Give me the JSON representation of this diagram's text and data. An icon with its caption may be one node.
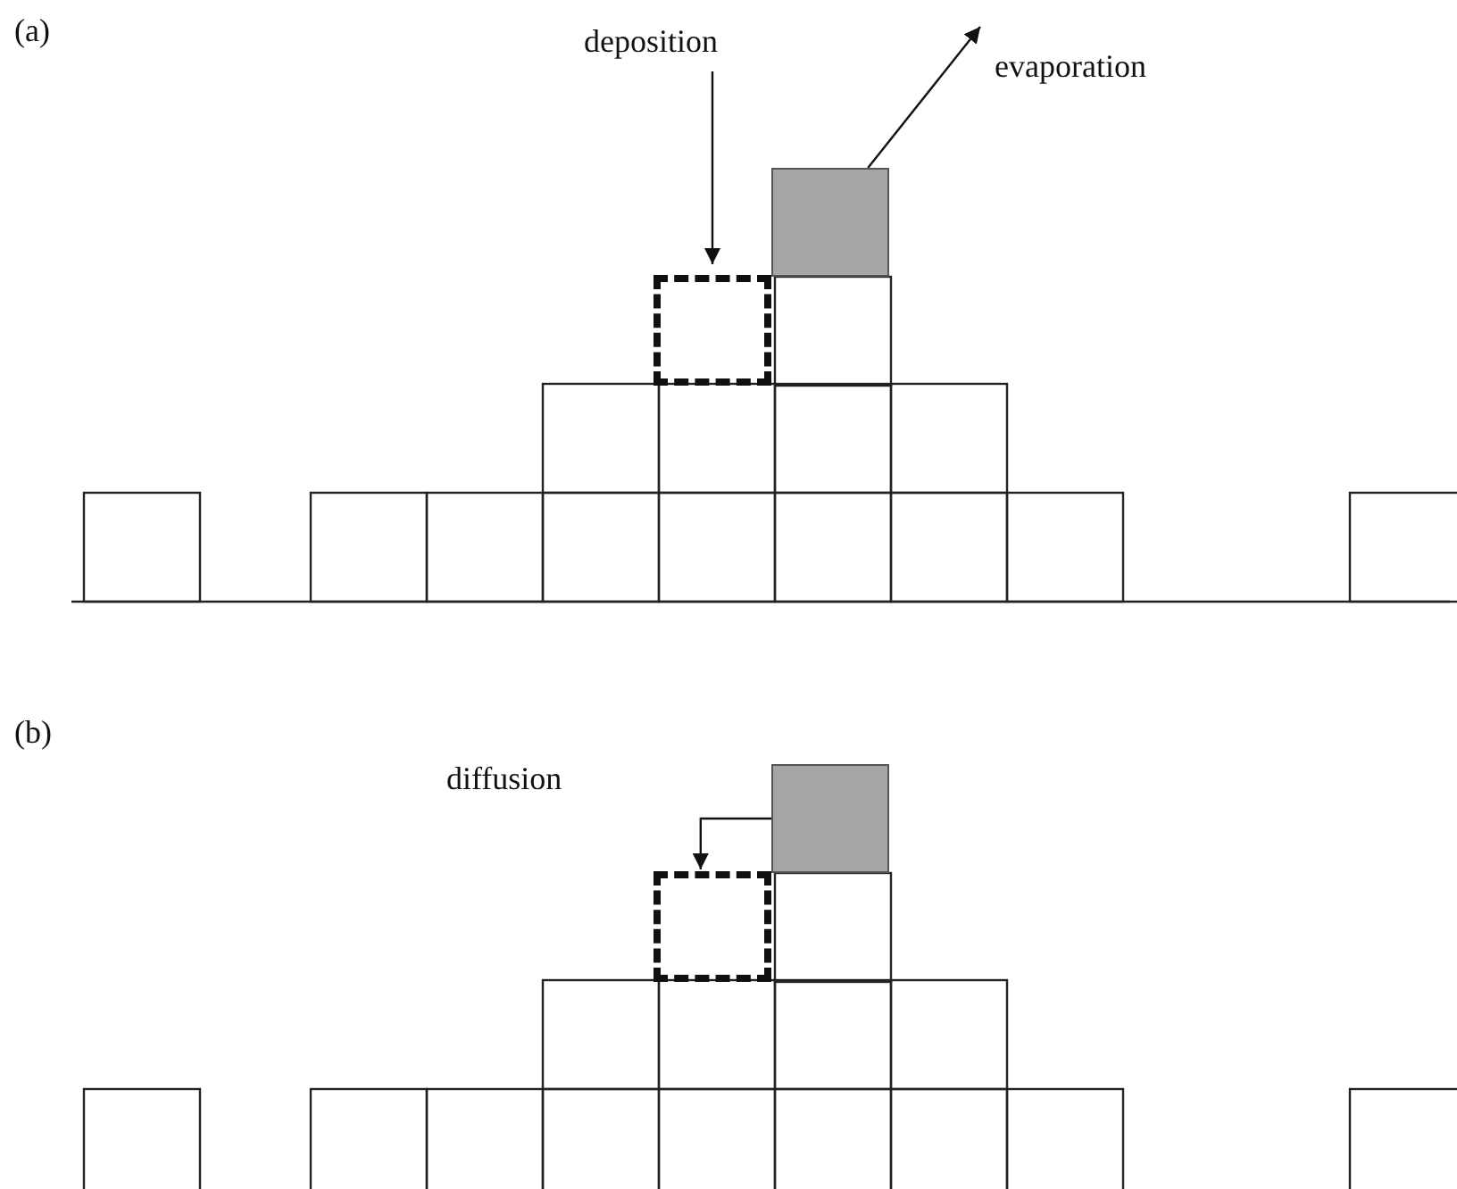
{
  "diagram": {
    "nodes": [
      {
        "text": [
          "deposition"
        ]
      },
      {
        "text": [],
        "shape": "box"
      },
      {
        "text": [],
        "shape": "box"
      },
      {
        "text": [
          "evaporation"
        ]
      },
      {
        "text": [],
        "shape": "box"
      },
      {
        "text": [],
        "shape": "box"
      }
    ],
    "edges": [
      {
        "from": 0,
        "to": 1,
        "arrow": "to"
      },
      {
        "from": 2,
        "to": 3,
        "arrow": "to"
      },
      {
        "from": 4,
        "to": 5,
        "arrow": "to"
      }
    ],
    "labels": [
      "(a)",
      "(b)",
      "diffusion"
    ]
  }
}
